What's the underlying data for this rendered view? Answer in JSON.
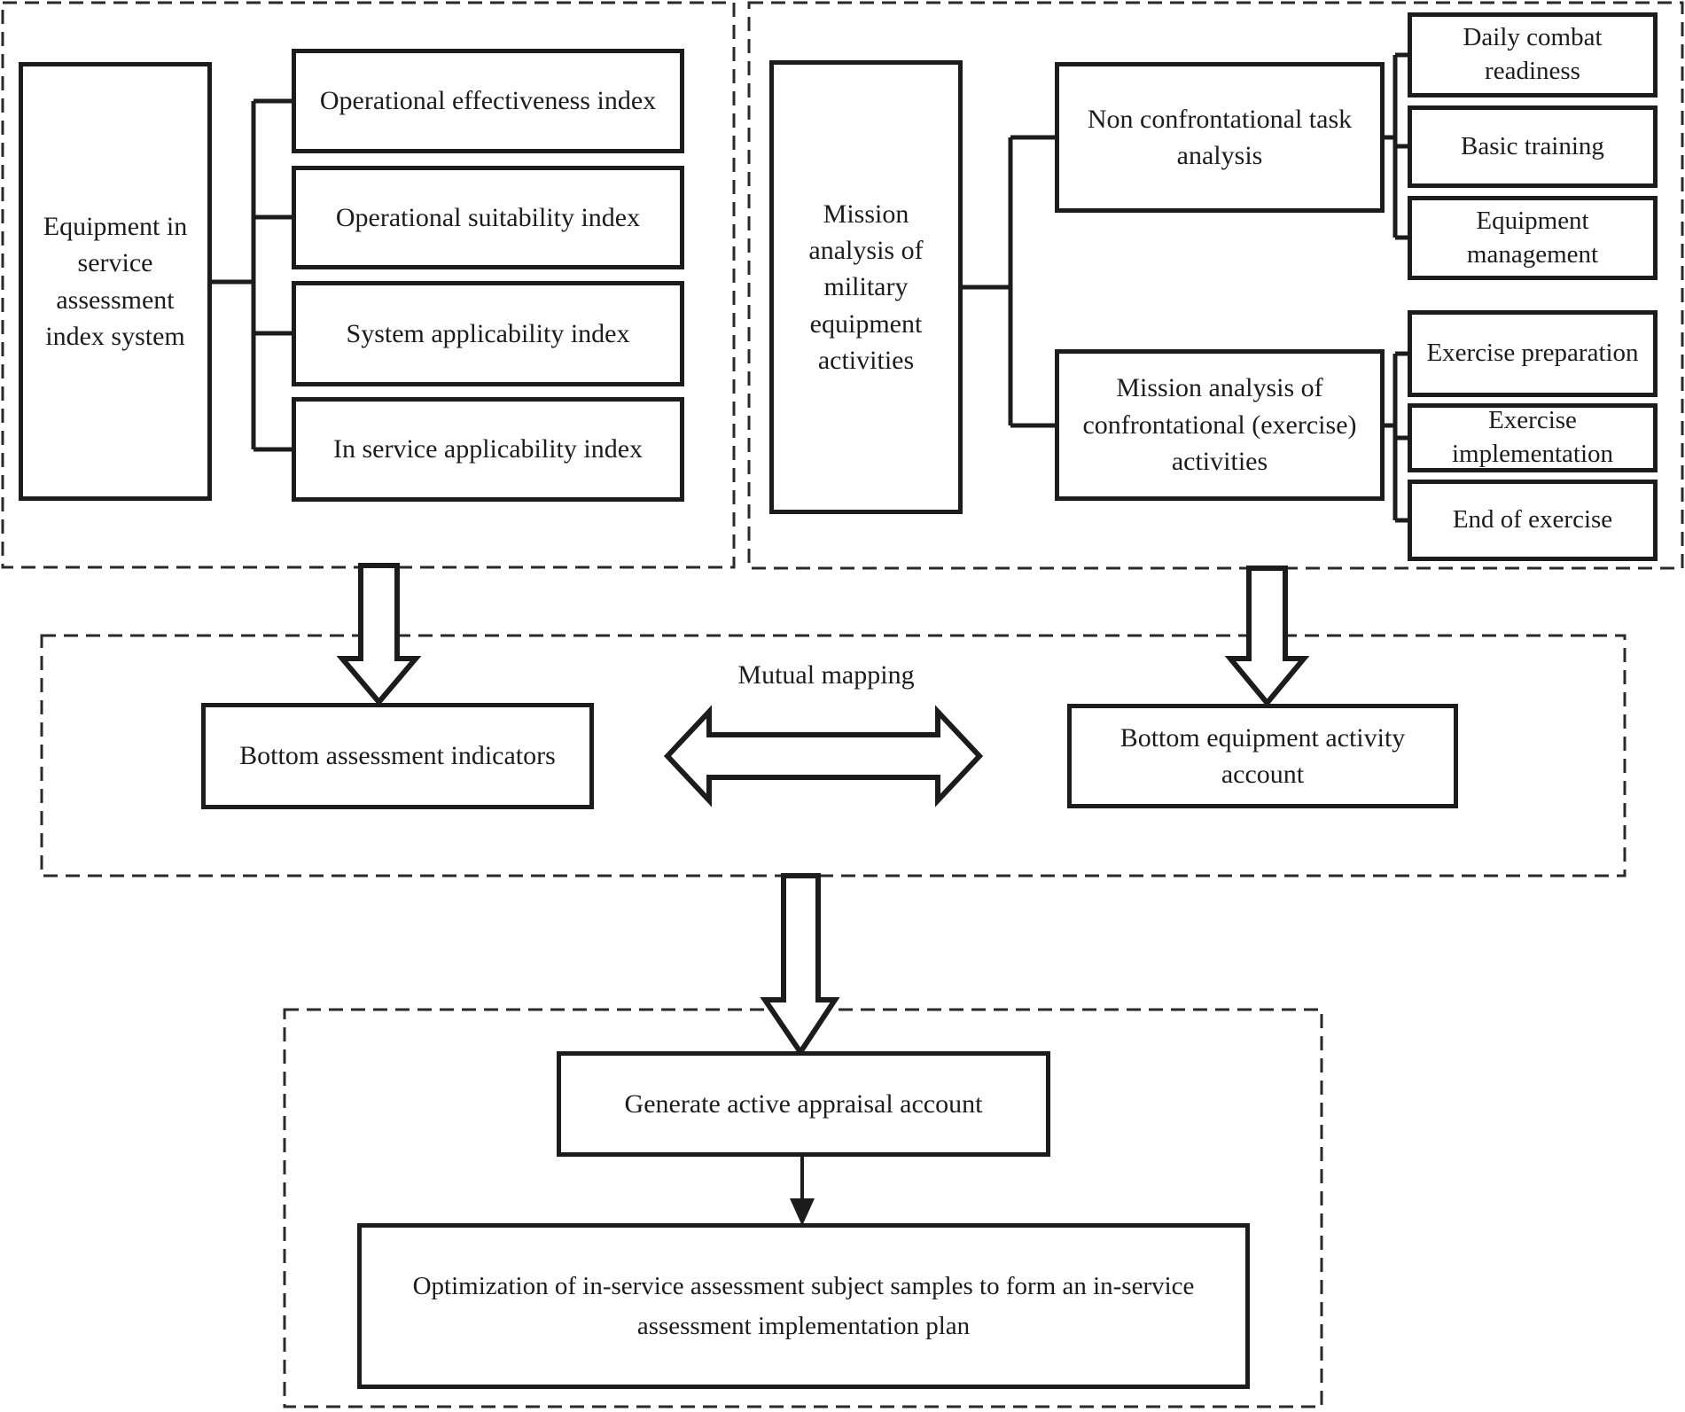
{
  "left_panel": {
    "root": "Equipment in service assessment index system",
    "children": [
      "Operational effectiveness index",
      "Operational suitability index",
      "System applicability index",
      "In service applicability index"
    ]
  },
  "right_panel": {
    "root": "Mission analysis of military equipment activities",
    "non_confrontational": {
      "label": "Non confrontational task analysis",
      "children": [
        "Daily combat readiness",
        "Basic training",
        "Equipment management"
      ]
    },
    "confrontational": {
      "label": "Mission analysis of confrontational (exercise) activities",
      "children": [
        "Exercise preparation",
        "Exercise implementation",
        "End of exercise"
      ]
    }
  },
  "middle_panel": {
    "mapping_label": "Mutual mapping",
    "left_box": "Bottom assessment indicators",
    "right_box": "Bottom equipment activity account"
  },
  "bottom_panel": {
    "generate_box": "Generate active appraisal account",
    "optimization_box": "Optimization of in-service assessment subject samples to form an in-service assessment implementation plan"
  },
  "colors": {
    "line": "#1c1c1c",
    "background": "#ffffff"
  }
}
